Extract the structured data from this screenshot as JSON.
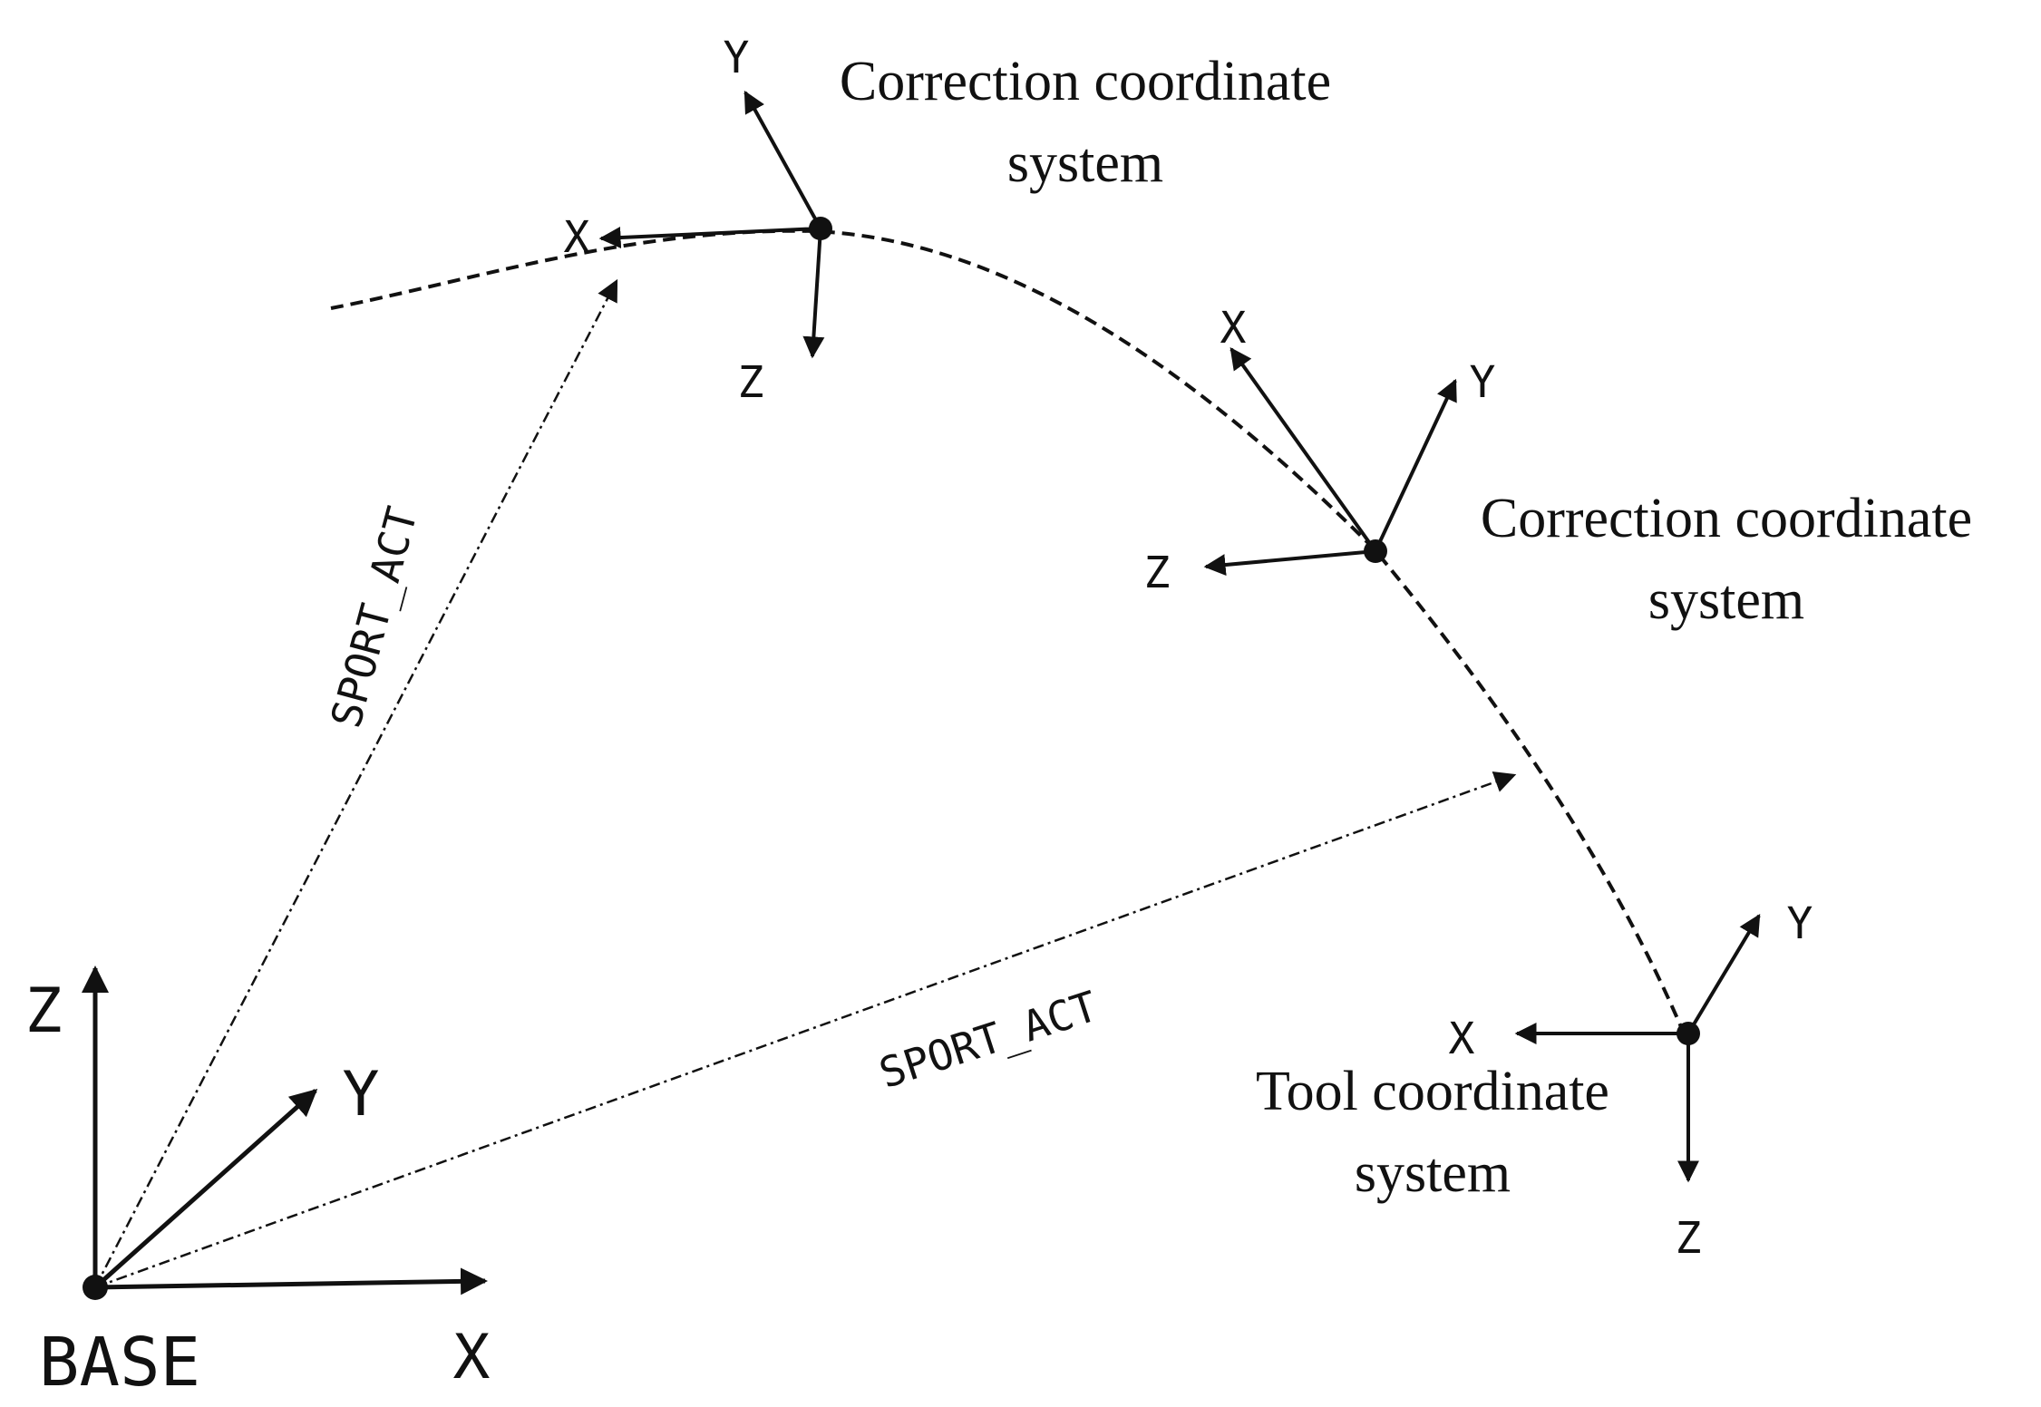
{
  "diagram": {
    "base_frame": {
      "origin_label": "BASE",
      "axis_x": "X",
      "axis_y": "Y",
      "axis_z": "Z"
    },
    "correction_frame_1": {
      "title_line1": "Correction coordinate",
      "title_line2": "system",
      "axis_x": "X",
      "axis_y": "Y",
      "axis_z": "Z"
    },
    "correction_frame_2": {
      "title_line1": "Correction coordinate",
      "title_line2": "system",
      "axis_x": "X",
      "axis_y": "Y",
      "axis_z": "Z"
    },
    "tool_frame": {
      "title_line1": "Tool coordinate",
      "title_line2": "system",
      "axis_x": "X",
      "axis_y": "Y",
      "axis_z": "Z"
    },
    "vector_1_label": "SPORT_ACT",
    "vector_2_label": "SPORT_ACT"
  },
  "colors": {
    "ink": "#111111",
    "background": "#ffffff"
  }
}
